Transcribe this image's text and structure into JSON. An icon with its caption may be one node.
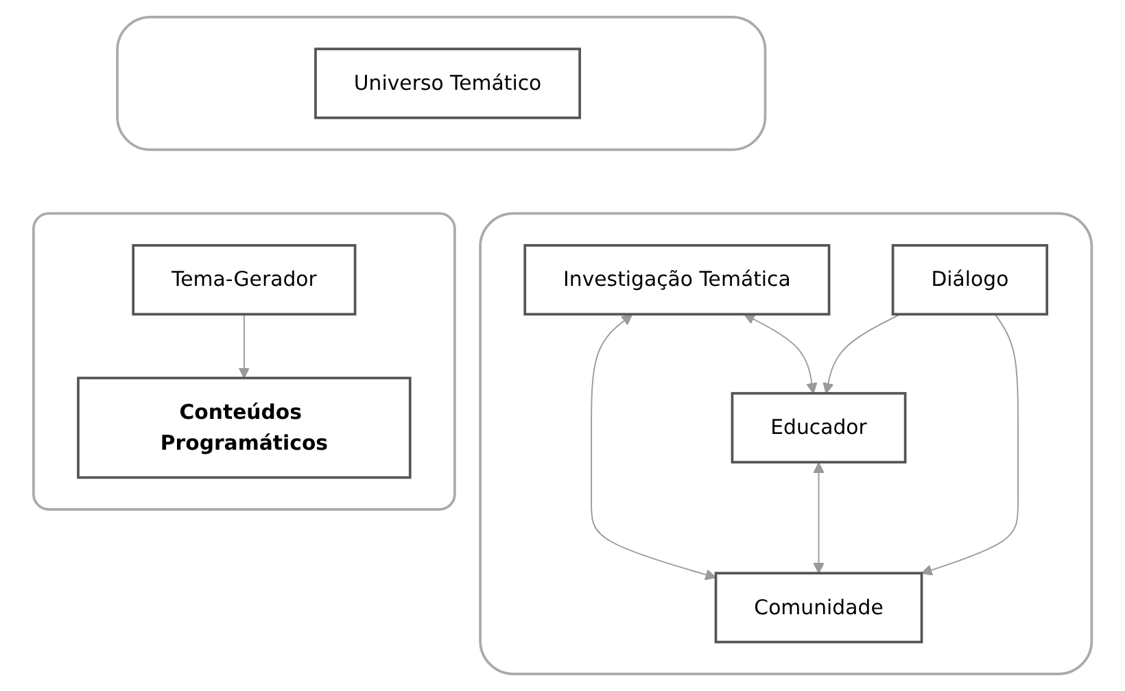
{
  "diagram": {
    "nodes": [
      {
        "text": [],
        "shape": "callout"
      },
      {
        "text": [
          "Universo Temático"
        ],
        "in": 0
      },
      {
        "text": [],
        "shape": "callout"
      },
      {
        "text": [
          "Investigação Temática"
        ],
        "in": 2
      },
      {
        "text": [
          "Educador"
        ],
        "in": 2
      },
      {
        "text": [
          "Comunidade"
        ],
        "in": 2
      },
      {
        "text": [
          "Diálogo"
        ],
        "in": 2
      },
      {
        "text": [],
        "shape": "box"
      },
      {
        "text": [
          "Tema-Gerador"
        ],
        "in": 7
      },
      {
        "text": [
          "Conteúdos Programáticos"
        ],
        "in": 7
      }
    ],
    "edges": [
      {
        "from": 3,
        "to": 4,
        "arrow": "both"
      },
      {
        "from": 3,
        "to": 5,
        "arrow": "both"
      },
      {
        "from": 4,
        "to": 5,
        "arrow": "both"
      },
      {
        "from": 6,
        "to": 4,
        "arrow": "to"
      },
      {
        "from": 6,
        "to": 5,
        "arrow": "to"
      },
      {
        "from": 8,
        "to": 9,
        "arrow": "to"
      }
    ]
  }
}
